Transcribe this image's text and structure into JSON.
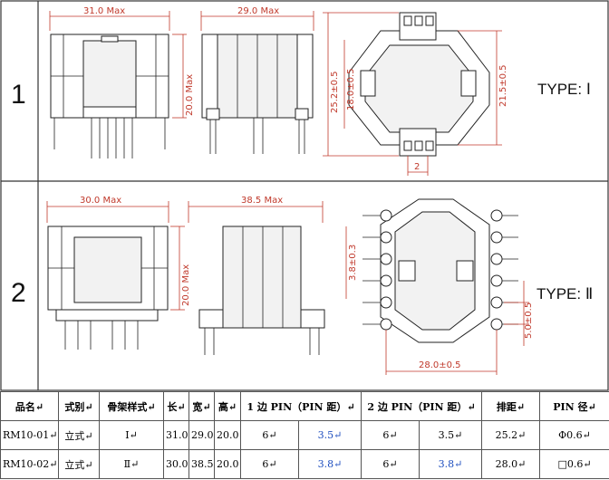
{
  "rows": [
    {
      "number": "1",
      "type_label": "TYPE: Ⅰ",
      "dims": {
        "front_width": "31.0 Max",
        "side_width": "29.0 Max",
        "height": "20.0 Max",
        "pin_span_outer": "25.2±0.5",
        "pin_span_inner": "18.0±0.5",
        "right_span": "21.5±0.5",
        "pitch": "2"
      }
    },
    {
      "number": "2",
      "type_label": "TYPE: Ⅱ",
      "dims": {
        "front_width": "30.0 Max",
        "side_width": "38.5 Max",
        "height": "20.0 Max",
        "pitch_side": "3.8±0.3",
        "pitch_right": "5.0±0.5",
        "pin_row_span": "28.0±0.5"
      }
    }
  ],
  "table": {
    "headers": [
      "品名",
      "式别",
      "骨架样式",
      "长",
      "宽",
      "高",
      "1 边 PIN（PIN 距）",
      "2 边 PIN（PIN 距）",
      "排距",
      "PIN 径"
    ],
    "mark": "↵",
    "rows": [
      [
        "RM10-01",
        "立式",
        "Ⅰ",
        "31.0",
        "29.0",
        "20.0",
        "6",
        "3.5",
        "6",
        "3.5",
        "25.2",
        "Φ0.6"
      ],
      [
        "RM10-02",
        "立式",
        "Ⅱ",
        "30.0",
        "38.5",
        "20.0",
        "6",
        "3.8",
        "6",
        "3.8",
        "28.0",
        "□0.6"
      ]
    ]
  }
}
